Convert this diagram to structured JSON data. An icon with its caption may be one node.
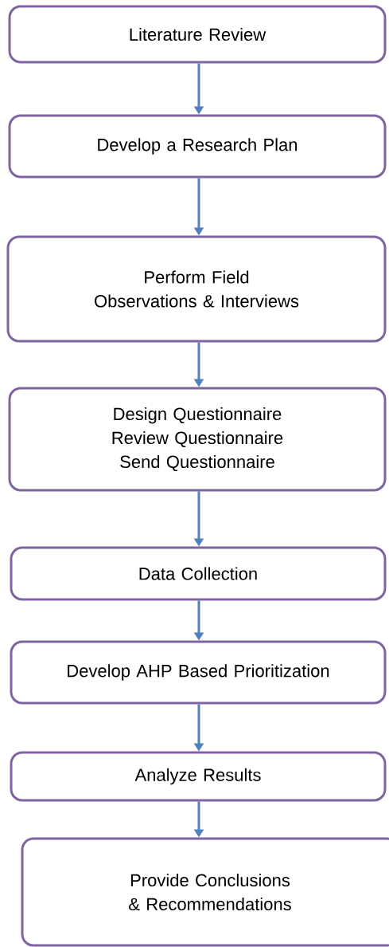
{
  "diagram": {
    "nodes": [
      {
        "text": [
          "Literature Review"
        ]
      },
      {
        "text": [
          "Develop a Research Plan"
        ]
      },
      {
        "text": [
          "Perform Field Observations & Interviews"
        ]
      },
      {
        "text": [
          "Design Questionnaire Review Questionnaire Send Questionnaire"
        ]
      },
      {
        "text": [
          "Data Collection"
        ]
      },
      {
        "text": [
          "Develop AHP Based Prioritization"
        ]
      },
      {
        "text": [
          "Analyze Results"
        ]
      },
      {
        "text": [
          "Provide Conclusions & Recommendations"
        ]
      }
    ],
    "edges": [
      {
        "from": 0,
        "to": 1,
        "arrow": "to"
      },
      {
        "from": 1,
        "to": 2,
        "arrow": "to"
      },
      {
        "from": 2,
        "to": 3,
        "arrow": "to"
      },
      {
        "from": 3,
        "to": 4,
        "arrow": "to"
      },
      {
        "from": 4,
        "to": 5,
        "arrow": "to"
      },
      {
        "from": 5,
        "to": 6,
        "arrow": "to"
      },
      {
        "from": 6,
        "to": 7,
        "arrow": "to"
      }
    ]
  }
}
